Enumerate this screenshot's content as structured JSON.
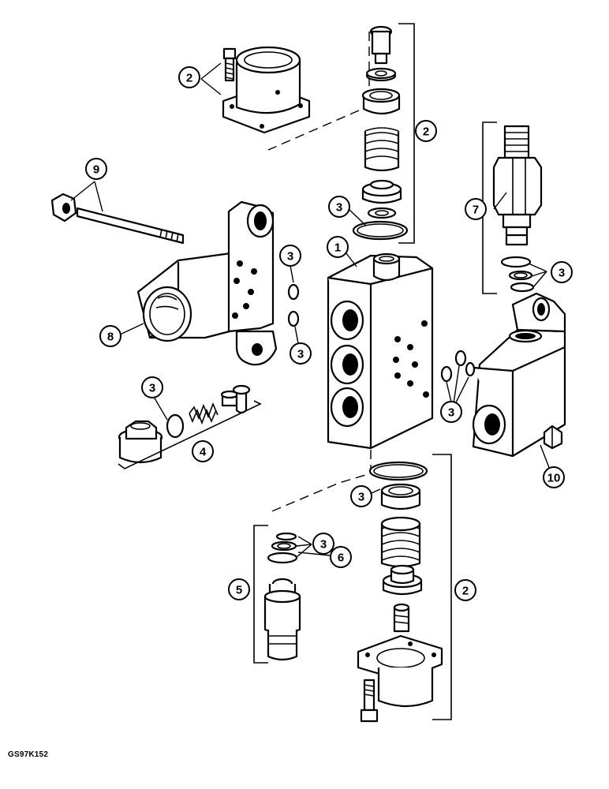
{
  "drawing_code": "GS97K152",
  "callouts": [
    {
      "id": "c-2-top",
      "label": "2"
    },
    {
      "id": "c-2-right-top",
      "label": "2"
    },
    {
      "id": "c-9",
      "label": "9"
    },
    {
      "id": "c-3-a",
      "label": "3"
    },
    {
      "id": "c-7",
      "label": "7"
    },
    {
      "id": "c-1",
      "label": "1"
    },
    {
      "id": "c-3-b",
      "label": "3"
    },
    {
      "id": "c-3-c",
      "label": "3"
    },
    {
      "id": "c-8",
      "label": "8"
    },
    {
      "id": "c-3-d",
      "label": "3"
    },
    {
      "id": "c-3-e",
      "label": "3"
    },
    {
      "id": "c-4",
      "label": "4"
    },
    {
      "id": "c-3-f",
      "label": "3"
    },
    {
      "id": "c-10",
      "label": "10"
    },
    {
      "id": "c-3-g",
      "label": "3"
    },
    {
      "id": "c-3-h",
      "label": "3"
    },
    {
      "id": "c-6",
      "label": "6"
    },
    {
      "id": "c-5",
      "label": "5"
    },
    {
      "id": "c-2-bottom",
      "label": "2"
    }
  ]
}
